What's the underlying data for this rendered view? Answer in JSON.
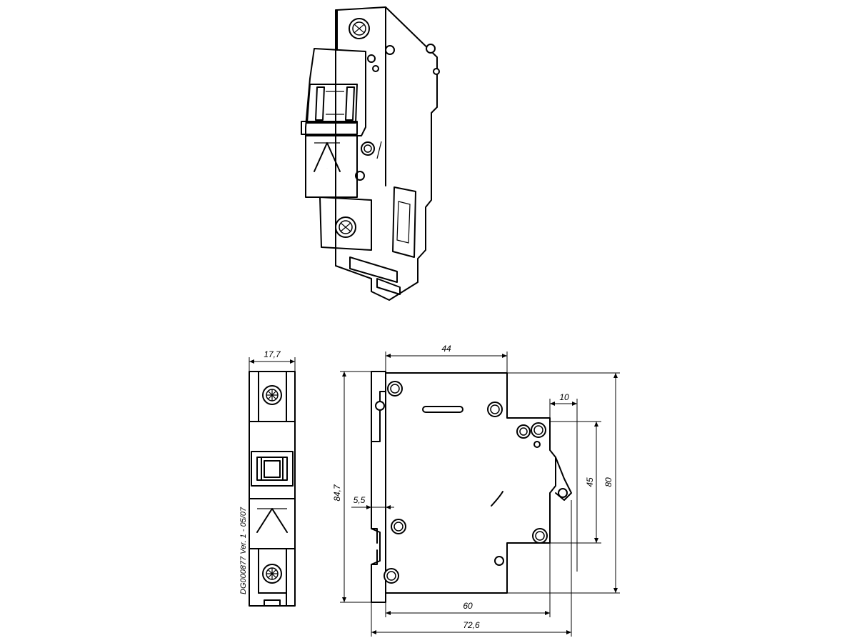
{
  "dimensions": {
    "front_width": "17,7",
    "top_width": "44",
    "offset_10": "10",
    "height_84_7": "84,7",
    "offset_5_5": "5,5",
    "height_45": "45",
    "height_80": "80",
    "width_60": "60",
    "width_72_6": "72,6"
  },
  "drawing_ref": "DG000877 Ver. 1 - 05/07",
  "symbol": "A"
}
